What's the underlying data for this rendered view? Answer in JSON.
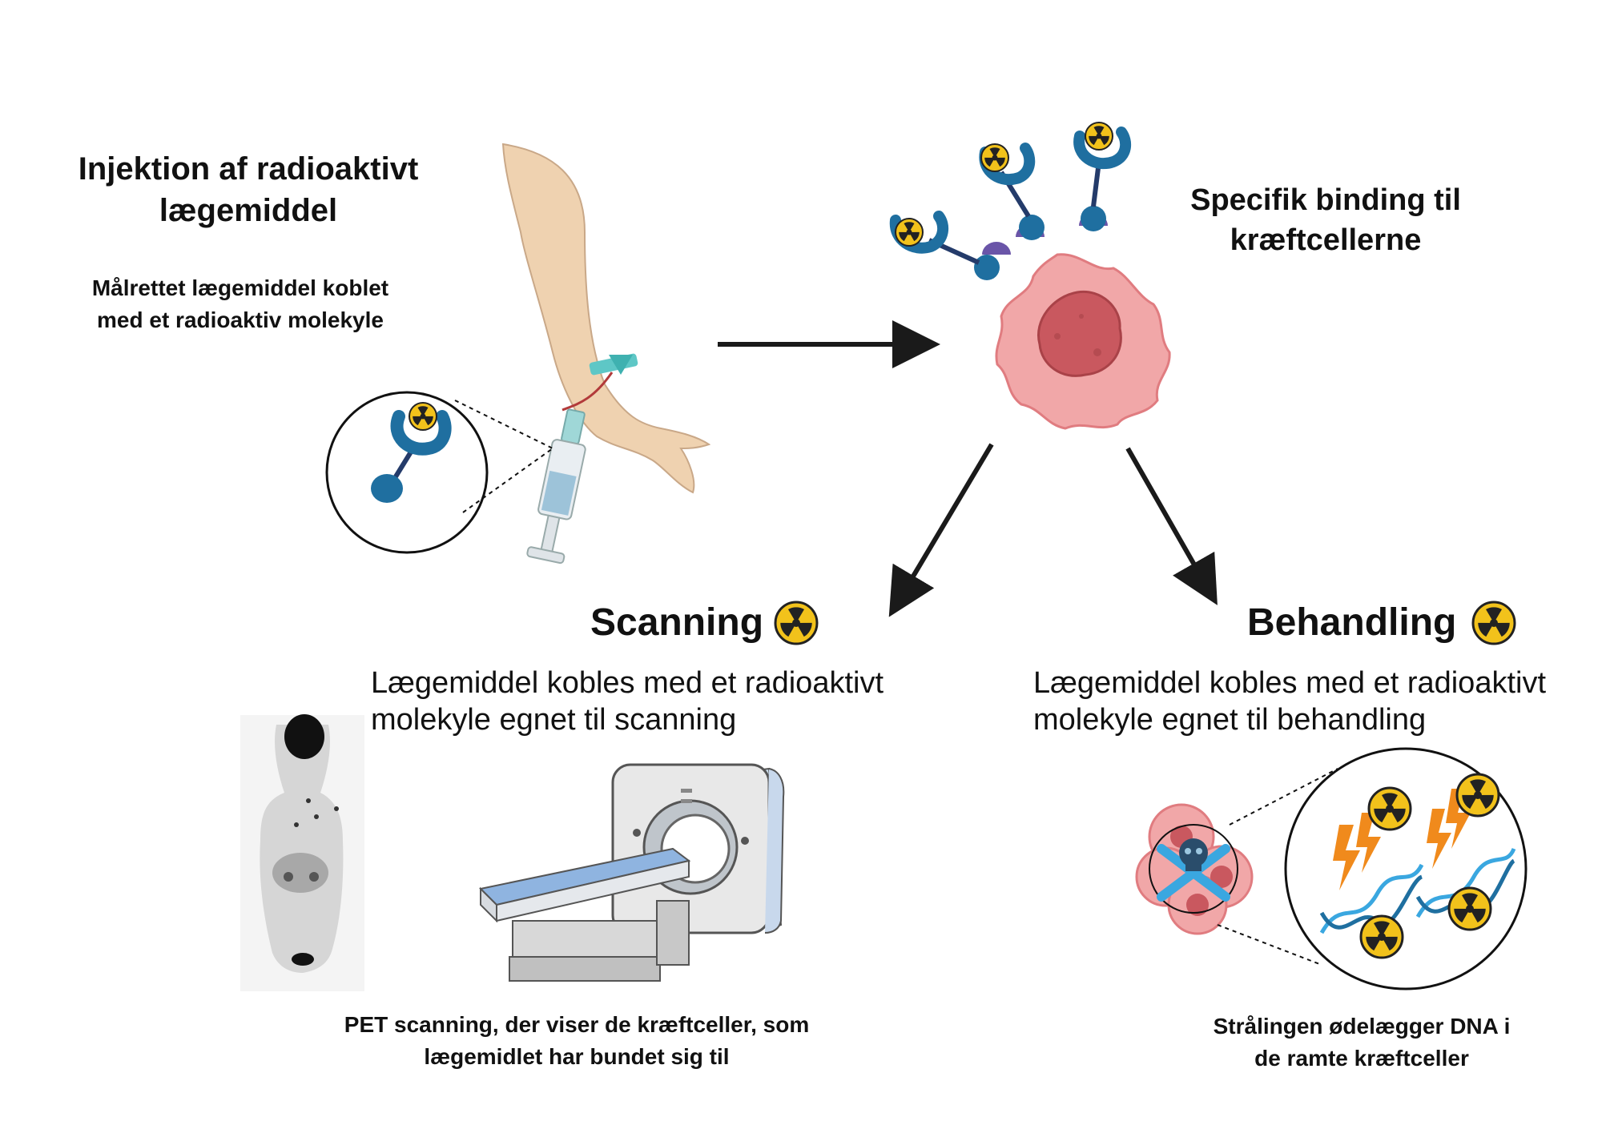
{
  "injection": {
    "title_line1": "Injektion af radioaktivt",
    "title_line2": "lægemiddel",
    "subtitle_line1": "Målrettet lægemiddel koblet",
    "subtitle_line2": "med et radioaktiv molekyle"
  },
  "binding": {
    "title_line1": "Specifik binding til",
    "title_line2": "kræftcellerne"
  },
  "scanning": {
    "heading": "Scanning",
    "desc_line1": "Lægemiddel kobles med et radioaktivt",
    "desc_line2": "molekyle egnet til scanning",
    "caption_line1": "PET scanning, der viser de kræftceller, som",
    "caption_line2": "lægemidlet har bundet sig til"
  },
  "treatment": {
    "heading": "Behandling",
    "desc_line1": "Lægemiddel kobles med et radioaktivt",
    "desc_line2": "molekyle egnet til behandling",
    "caption_line1": "Strålingen ødelægger DNA i",
    "caption_line2": "de ramte kræftceller"
  },
  "colors": {
    "radiation_yellow": "#f2c21b",
    "drug_blue": "#1f6fa0",
    "receptor_purple": "#6a55a8",
    "cell_pink": "#f1a7a8",
    "nucleus_red": "#c9585f",
    "arrow": "#1a1a1a",
    "dna_blue": "#3aa7e0",
    "bolt_orange": "#f08a1c"
  },
  "icons": [
    "radiation-icon",
    "antibody-icon",
    "cancer-cell-icon",
    "arm-icon",
    "syringe-icon",
    "ct-scanner-icon",
    "pet-scan-image",
    "dna-icon",
    "lightning-icon",
    "skull-icon"
  ]
}
